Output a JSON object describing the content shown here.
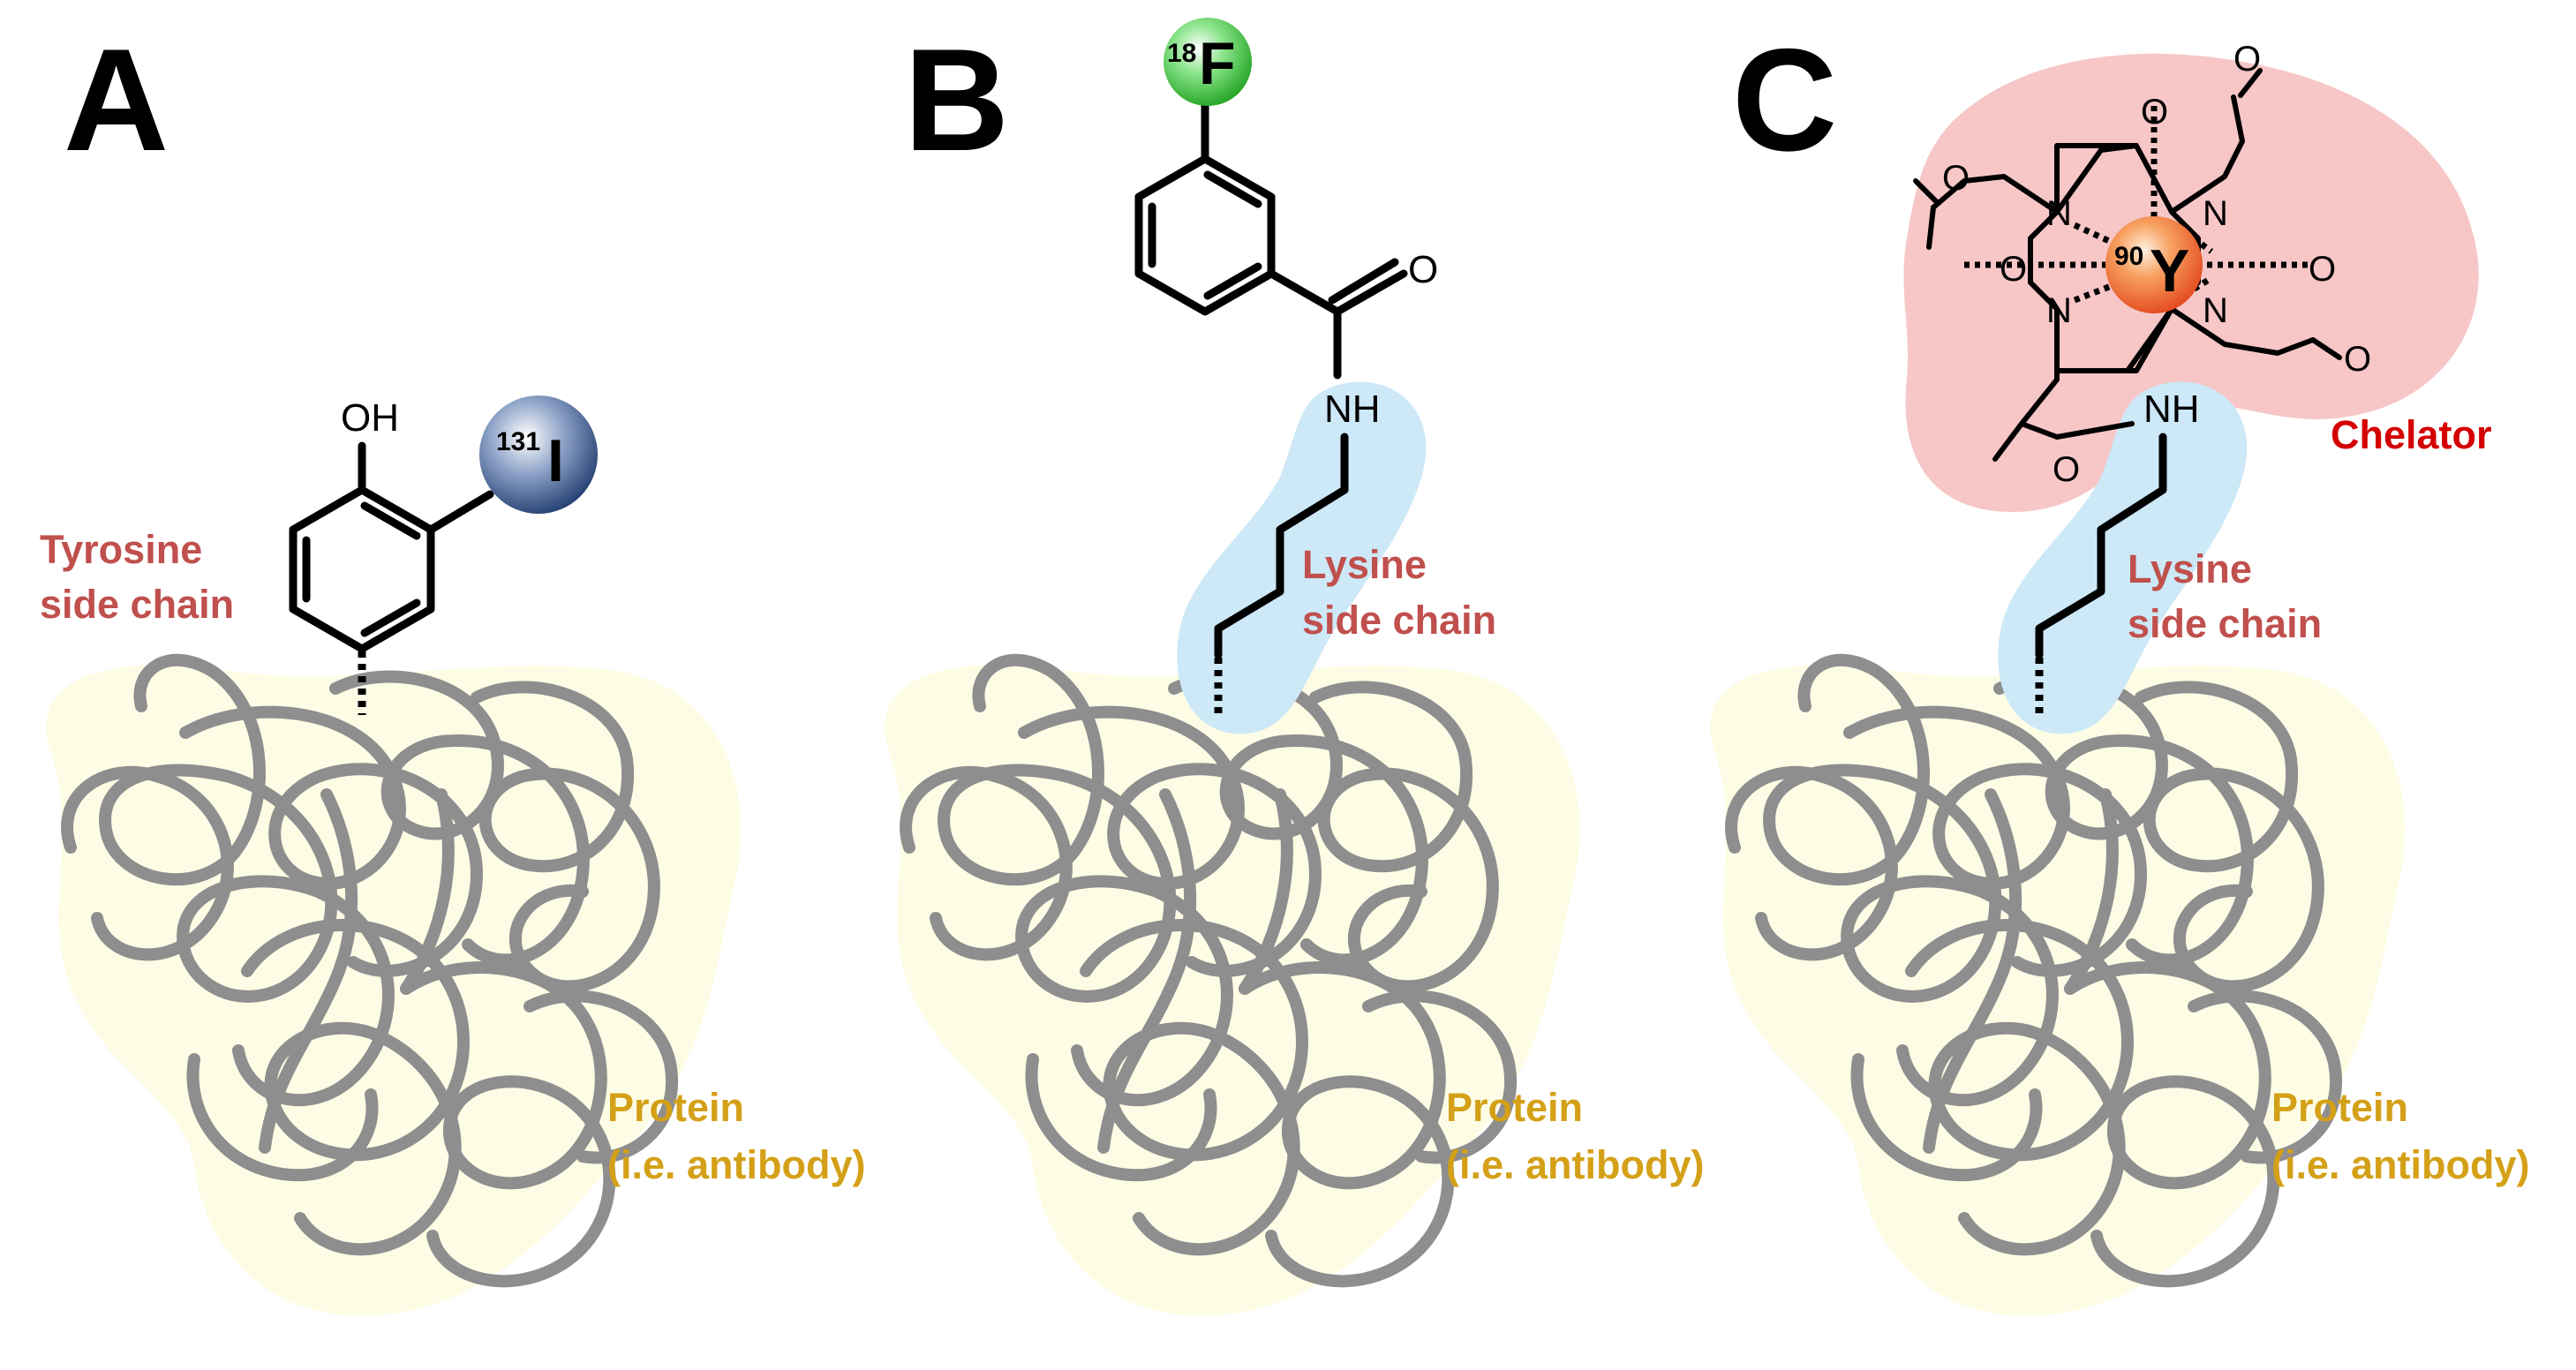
{
  "panels": [
    {
      "letter": "A",
      "side_chain_label": [
        "Tyrosine",
        "side chain"
      ],
      "substituent": "OH",
      "isotope": {
        "mass": "131",
        "symbol": "I"
      },
      "protein_label": [
        "Protein",
        "(i.e. antibody)"
      ]
    },
    {
      "letter": "B",
      "side_chain_label": [
        "Lysine",
        "side chain"
      ],
      "carbonyl_o": "O",
      "amide": "NH",
      "isotope": {
        "mass": "18",
        "symbol": "F"
      },
      "protein_label": [
        "Protein",
        "(i.e. antibody)"
      ]
    },
    {
      "letter": "C",
      "side_chain_label": [
        "Lysine",
        "side chain"
      ],
      "chelator_label": "Chelator",
      "amide": "NH",
      "ring_atoms": [
        "N",
        "N",
        "N",
        "N"
      ],
      "oxygen": "O",
      "isotope": {
        "mass": "90",
        "symbol": "Y"
      },
      "protein_label": [
        "Protein",
        "(i.e. antibody)"
      ]
    }
  ],
  "colors": {
    "protein_blob": "#fdfde6",
    "lysine_highlight": "#cde8f7",
    "chelator_blob": "#f7c6c6",
    "side_chain_text": "#c0504d",
    "protein_text": "#d4a017",
    "chelator_text": "#d40000",
    "coil": "#8e8e8e",
    "iodine_sphere": "#1f3b6e",
    "fluorine_sphere": "#2fbf2f",
    "yttrium_sphere": "#f06a2a"
  }
}
